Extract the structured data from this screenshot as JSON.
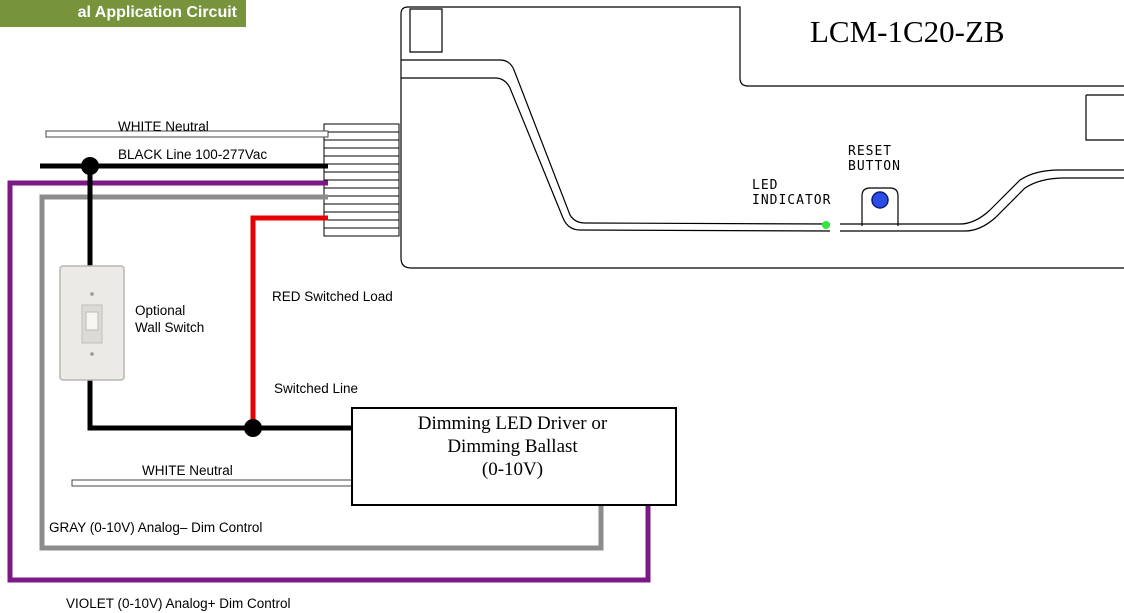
{
  "header": {
    "badge_text": "al Application Circuit",
    "badge_color": "#77933c"
  },
  "device": {
    "model": "LCM-1C20-ZB",
    "reset_label_1": "RESET",
    "reset_label_2": "BUTTON",
    "led_label_1": "LED",
    "led_label_2": "INDICATOR",
    "reset_button_color": "#2d4ce6",
    "led_color": "#2ee83a"
  },
  "switch": {
    "label_1": "Optional",
    "label_2": "Wall Switch"
  },
  "wires": {
    "white_neutral_top": "WHITE Neutral",
    "black_line": "BLACK Line 100-277Vac",
    "red_switched_load": "RED Switched Load",
    "switched_line": "Switched Line",
    "white_neutral_bottom": "WHITE Neutral",
    "gray_dim": "GRAY (0-10V) Analog– Dim Control",
    "violet_dim": "VIOLET (0-10V) Analog+ Dim Control"
  },
  "wire_colors": {
    "black": "#000000",
    "red": "#e60000",
    "gray": "#8c8c8c",
    "violet": "#7b1a84"
  },
  "driver": {
    "line_1": "Dimming LED Driver or",
    "line_2": "Dimming Ballast",
    "line_3": "(0-10V)"
  }
}
